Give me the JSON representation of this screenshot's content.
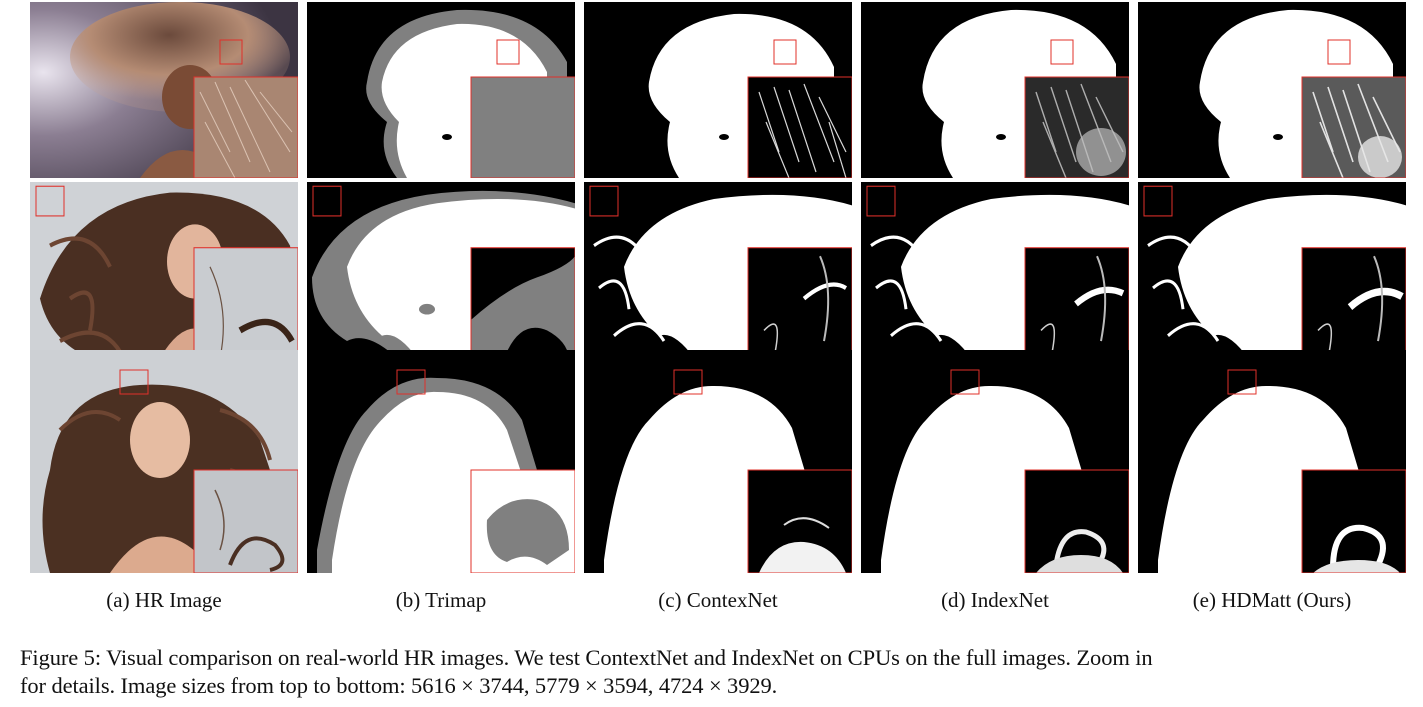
{
  "figure": {
    "columns": [
      {
        "key": "hr",
        "caption": "(a) HR Image"
      },
      {
        "key": "trimap",
        "caption": "(b) Trimap"
      },
      {
        "key": "contextnet",
        "caption": "(c) ContexNet"
      },
      {
        "key": "indexnet",
        "caption": "(d) IndexNet"
      },
      {
        "key": "hdmatt",
        "caption": "(e) HDMatt (Ours)"
      }
    ],
    "rows": [
      {
        "key": "row-1",
        "image_description": "woman with voluminous curly hair blown sideways, pink-lit background"
      },
      {
        "key": "row-2",
        "image_description": "woman with long wavy brown hair, light grey background"
      },
      {
        "key": "row-3",
        "image_description": "woman with long curly brown hair, grey background"
      }
    ],
    "caption_line_1": "Figure 5: Visual comparison on real-world HR images. We test ContextNet and IndexNet on CPUs on the full images. Zoom in",
    "caption_line_2": "for details. Image sizes from top to bottom: 5616 × 3744, 5779 × 3594, 4724 × 3929."
  },
  "colors": {
    "background": "#000000",
    "foreground": "#ffffff",
    "unknown": "#808080",
    "zoom_box": "#e0302a"
  }
}
